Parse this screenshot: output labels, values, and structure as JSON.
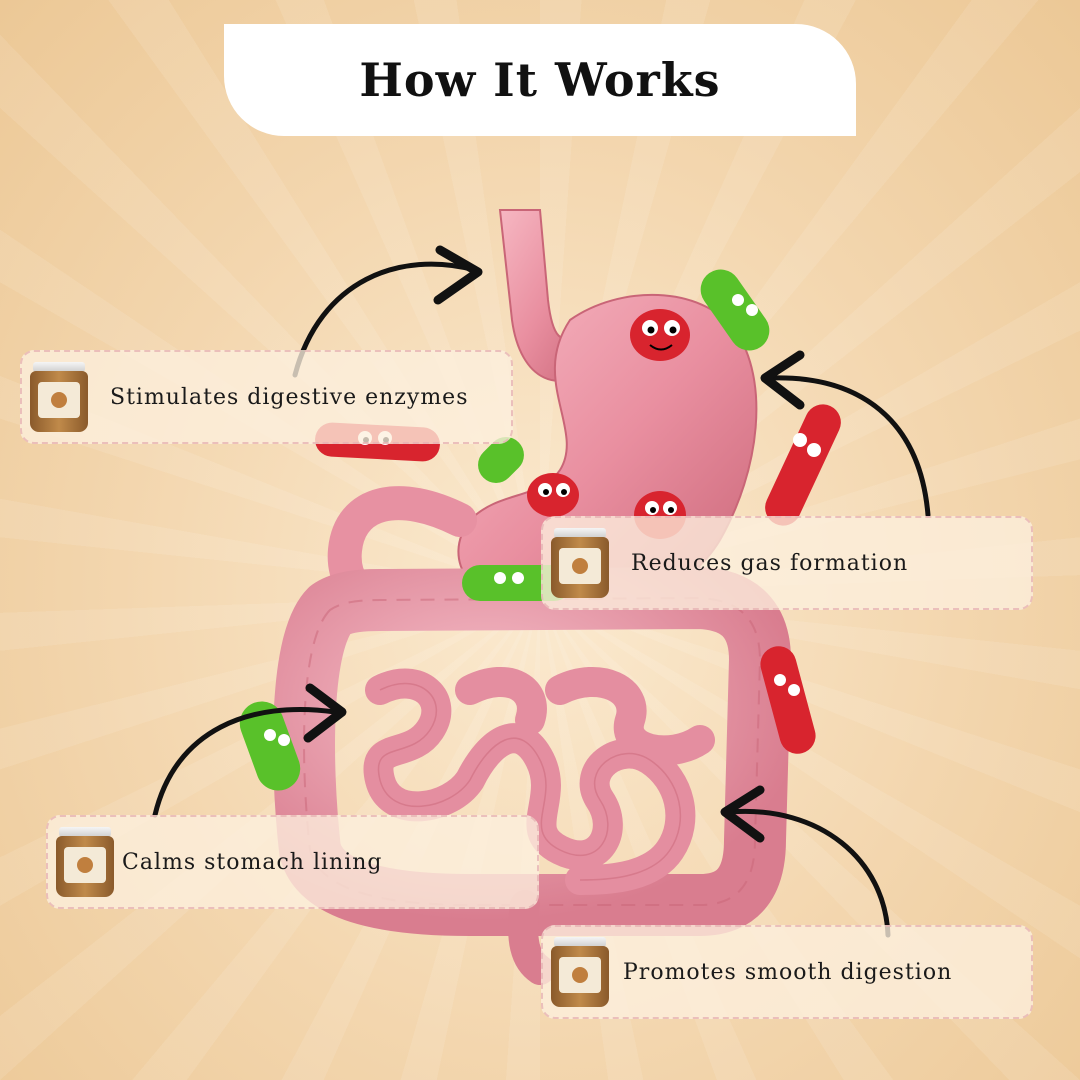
{
  "title": "How It Works",
  "benefits": [
    {
      "label": "Stimulates digestive enzymes",
      "icon": "product-jar-icon"
    },
    {
      "label": "Reduces gas formation",
      "icon": "product-jar-icon"
    },
    {
      "label": "Calms stomach lining",
      "icon": "product-jar-icon"
    },
    {
      "label": "Promotes smooth digestion",
      "icon": "product-jar-icon"
    }
  ],
  "colors": {
    "background": "#f3d6ae",
    "organ": "#e98fa0",
    "organ_dark": "#c96577",
    "bacteria_red": "#d8242e",
    "bacteria_green": "#59c12a",
    "arrow": "#111111"
  }
}
